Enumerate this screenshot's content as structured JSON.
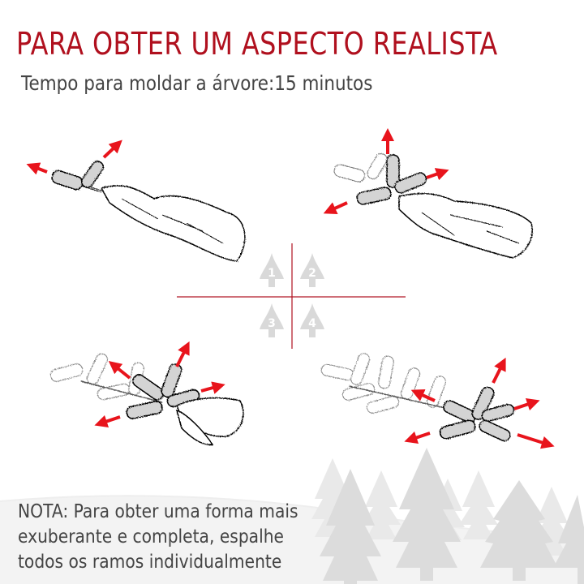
{
  "header": {
    "title": "PARA OBTER UM ASPECTO REALISTA",
    "subtitle": "Tempo para moldar a árvore:15 minutos"
  },
  "steps": [
    {
      "number": "1",
      "label": "1"
    },
    {
      "number": "2",
      "label": "2"
    },
    {
      "number": "3",
      "label": "3"
    },
    {
      "number": "4",
      "label": "4"
    }
  ],
  "note": {
    "lines": [
      "NOTA: Para obter uma forma mais",
      "exuberante e completa, espalhe",
      "todos os ramos individualmente"
    ]
  },
  "colors": {
    "title": "#b0101e",
    "arrow": "#e8141c",
    "branch_fill": "#d4d4d4",
    "tree_icon": "#d9d9d9",
    "crosshair": "#b0101e",
    "snow_ground": "#f3f3f3"
  }
}
